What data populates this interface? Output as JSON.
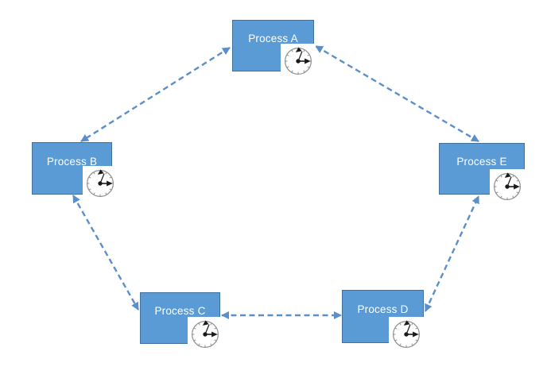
{
  "diagram": {
    "type": "process-cycle-diagram",
    "nodes": [
      {
        "id": "process-a",
        "label": "Process A",
        "icon": "clock-icon"
      },
      {
        "id": "process-b",
        "label": "Process B",
        "icon": "clock-icon"
      },
      {
        "id": "process-c",
        "label": "Process C",
        "icon": "clock-icon"
      },
      {
        "id": "process-d",
        "label": "Process D",
        "icon": "clock-icon"
      },
      {
        "id": "process-e",
        "label": "Process E",
        "icon": "clock-icon"
      }
    ],
    "edges": [
      {
        "from": "Process A",
        "to": "Process B",
        "direction": "bidirectional",
        "style": "dashed"
      },
      {
        "from": "Process B",
        "to": "Process C",
        "direction": "bidirectional",
        "style": "dashed"
      },
      {
        "from": "Process C",
        "to": "Process D",
        "direction": "bidirectional",
        "style": "dashed"
      },
      {
        "from": "Process D",
        "to": "Process E",
        "direction": "bidirectional",
        "style": "dashed"
      },
      {
        "from": "Process E",
        "to": "Process A",
        "direction": "bidirectional",
        "style": "dashed"
      }
    ],
    "colors": {
      "background": "#ffffff",
      "node_fill": "#5b9bd5",
      "node_border": "#41719c",
      "node_text": "#ffffff",
      "connector": "#5b8fcb",
      "clock_face": "#ffffff",
      "clock_outline": "#8f8f8f",
      "clock_hands": "#1a1a1a"
    }
  }
}
